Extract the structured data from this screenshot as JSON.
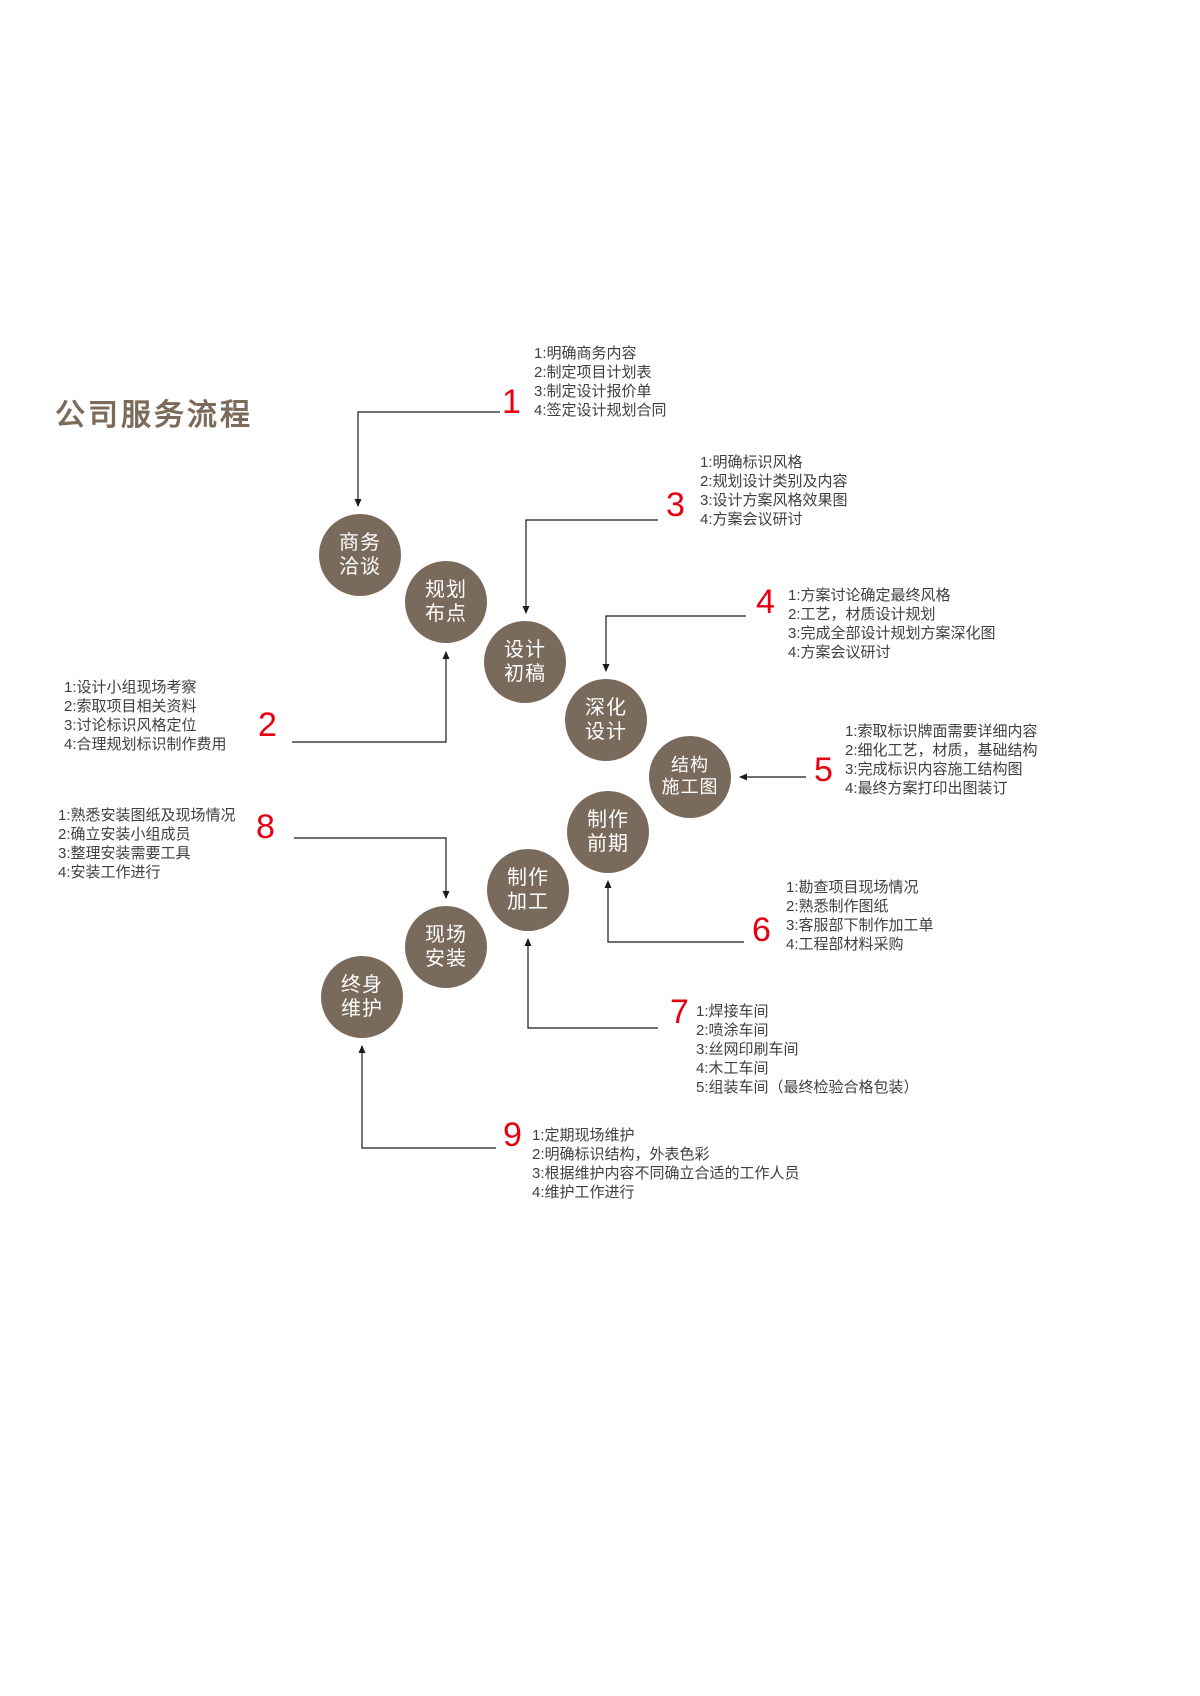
{
  "title": "公司服务流程",
  "colors": {
    "circle": "#7a6a5c",
    "number": "#e60012",
    "line": "#1a1a1a"
  },
  "steps": [
    {
      "number": "1",
      "circle_line1": "商务",
      "circle_line2": "洽谈",
      "notes": [
        "1:明确商务内容",
        "2:制定项目计划表",
        "3:制定设计报价单",
        "4:签定设计规划合同"
      ]
    },
    {
      "number": "2",
      "circle_line1": "规划",
      "circle_line2": "布点",
      "notes": [
        "1:设计小组现场考察",
        "2:索取项目相关资料",
        "3:讨论标识风格定位",
        "4:合理规划标识制作费用"
      ]
    },
    {
      "number": "3",
      "circle_line1": "设计",
      "circle_line2": "初稿",
      "notes": [
        "1:明确标识风格",
        "2:规划设计类别及内容",
        "3:设计方案风格效果图",
        "4:方案会议研讨"
      ]
    },
    {
      "number": "4",
      "circle_line1": "深化",
      "circle_line2": "设计",
      "notes": [
        "1:方案讨论确定最终风格",
        "2:工艺，材质设计规划",
        "3:完成全部设计规划方案深化图",
        "4:方案会议研讨"
      ]
    },
    {
      "number": "5",
      "circle_line1": "结构",
      "circle_line2": "施工图",
      "notes": [
        "1:索取标识牌面需要详细内容",
        "2:细化工艺，材质，基础结构",
        "3:完成标识内容施工结构图",
        "4:最终方案打印出图装订"
      ]
    },
    {
      "number": "6",
      "circle_line1": "制作",
      "circle_line2": "前期",
      "notes": [
        "1:勘查项目现场情况",
        "2:熟悉制作图纸",
        "3:客服部下制作加工单",
        "4:工程部材料采购"
      ]
    },
    {
      "number": "7",
      "circle_line1": "制作",
      "circle_line2": "加工",
      "notes": [
        "1:焊接车间",
        "2:喷涂车间",
        "3:丝网印刷车间",
        "4:木工车间",
        "5:组装车间（最终检验合格包装）"
      ]
    },
    {
      "number": "8",
      "circle_line1": "现场",
      "circle_line2": "安装",
      "notes": [
        "1:熟悉安装图纸及现场情况",
        "2:确立安装小组成员",
        "3:整理安装需要工具",
        "4:安装工作进行"
      ]
    },
    {
      "number": "9",
      "circle_line1": "终身",
      "circle_line2": "维护",
      "notes": [
        "1:定期现场维护",
        "2:明确标识结构，外表色彩",
        "3:根据维护内容不同确立合适的工作人员",
        "4:维护工作进行"
      ]
    }
  ]
}
